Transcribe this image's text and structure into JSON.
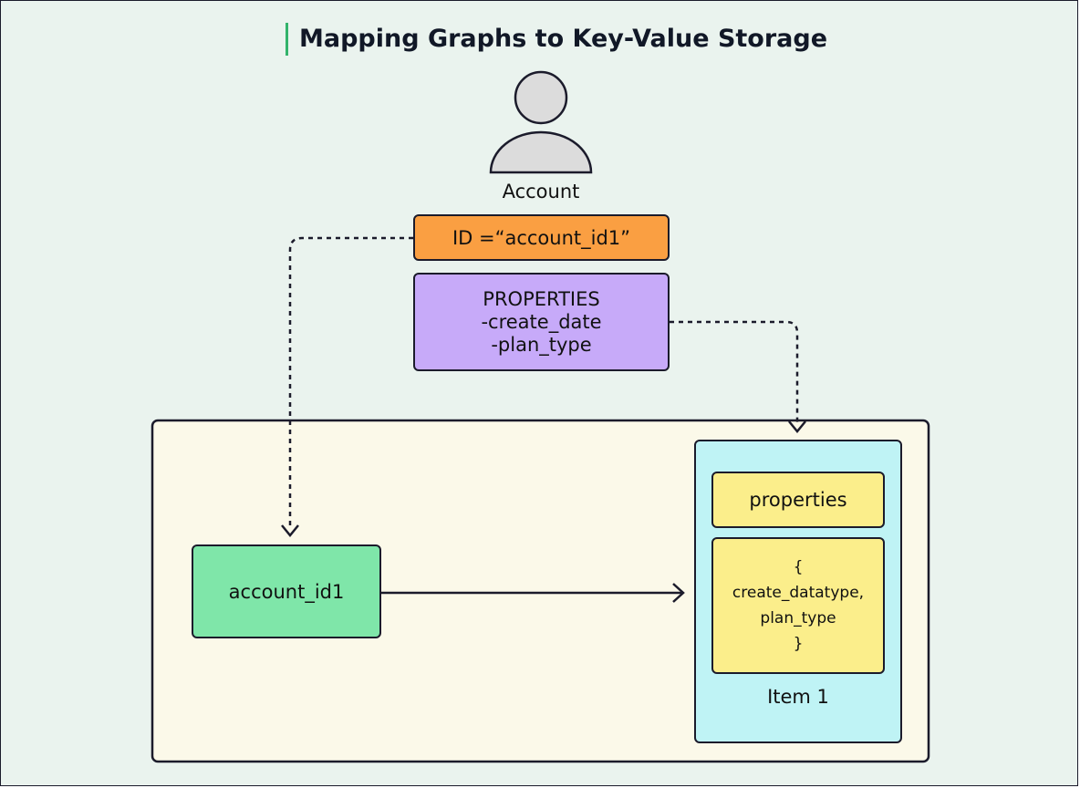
{
  "title": "Mapping Graphs to Key-Value Storage",
  "entity": {
    "icon": "user-avatar-icon",
    "label": "Account",
    "id_box": "ID =“account_id1”",
    "properties": {
      "heading": "PROPERTIES",
      "items": [
        "-create_date",
        "-plan_type"
      ]
    }
  },
  "storage": {
    "key": "account_id1",
    "item": {
      "label": "Item 1",
      "attribute_name": "properties",
      "value_lines": [
        "{",
        "create_datatype,",
        "plan_type",
        "}"
      ]
    }
  },
  "colors": {
    "background": "#eaf3ee",
    "id_box": "#fa9f42",
    "properties_box": "#c7aaf9",
    "storage_area": "#fbf9e9",
    "key_box": "#7fe6a9",
    "item_box": "#bff3f5",
    "attribute_box": "#fbee8b",
    "title_bar": "#33b36b"
  }
}
